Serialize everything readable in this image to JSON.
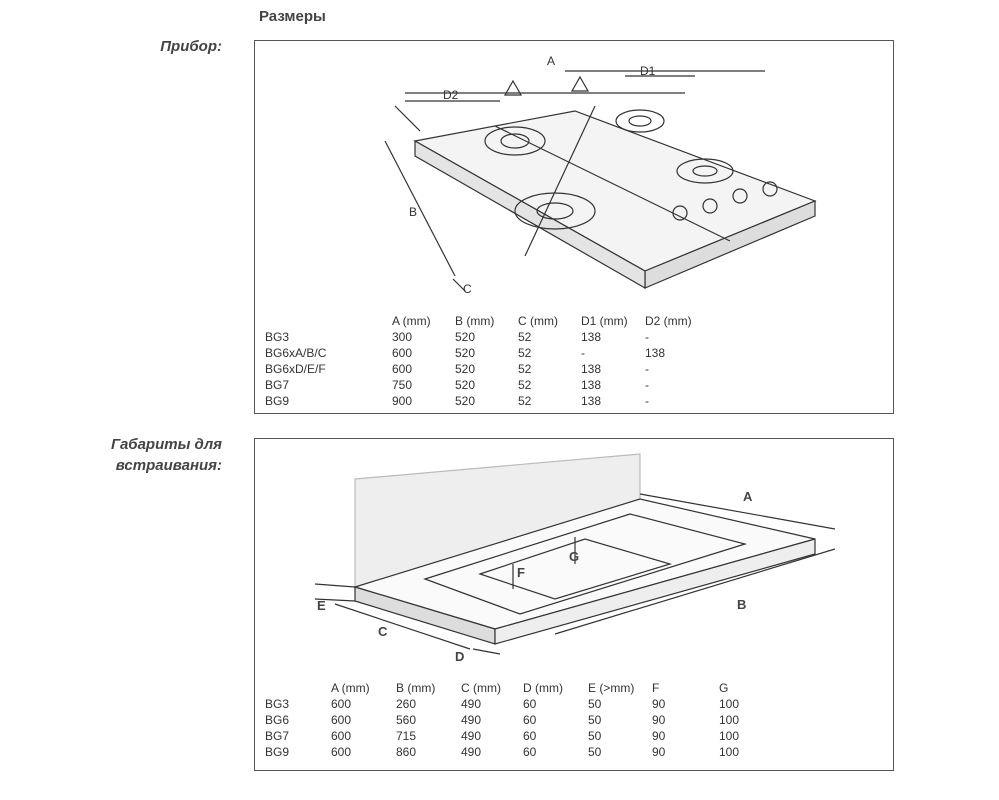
{
  "heading": "Размеры",
  "section1": {
    "label": "Прибор:",
    "diagram_labels": {
      "a": "A",
      "b": "B",
      "c": "C",
      "d1": "D1",
      "d2": "D2"
    },
    "table": {
      "headers": [
        "",
        "A (mm)",
        "B (mm)",
        "C (mm)",
        "D1 (mm)",
        "D2 (mm)"
      ],
      "rows": [
        [
          "BG3",
          "300",
          "520",
          "52",
          "138",
          "-"
        ],
        [
          "BG6xA/B/C",
          "600",
          "520",
          "52",
          "-",
          "138"
        ],
        [
          "BG6xD/E/F",
          "600",
          "520",
          "52",
          "138",
          "-"
        ],
        [
          "BG7",
          "750",
          "520",
          "52",
          "138",
          "-"
        ],
        [
          "BG9",
          "900",
          "520",
          "52",
          "138",
          "-"
        ]
      ]
    }
  },
  "section2": {
    "label_line1": "Габариты для",
    "label_line2": "встраивания:",
    "diagram_labels": {
      "a": "A",
      "b": "B",
      "c": "C",
      "d": "D",
      "e": "E",
      "f": "F",
      "g": "G"
    },
    "table": {
      "headers": [
        "",
        "A (mm)",
        "B (mm)",
        "C (mm)",
        "D (mm)",
        "E (>mm)",
        "F",
        "G"
      ],
      "rows": [
        [
          "BG3",
          "600",
          "260",
          "490",
          "60",
          "50",
          "90",
          "100"
        ],
        [
          "BG6",
          "600",
          "560",
          "490",
          "60",
          "50",
          "90",
          "100"
        ],
        [
          "BG7",
          "600",
          "715",
          "490",
          "60",
          "50",
          "90",
          "100"
        ],
        [
          "BG9",
          "600",
          "860",
          "490",
          "60",
          "50",
          "90",
          "100"
        ]
      ]
    }
  }
}
